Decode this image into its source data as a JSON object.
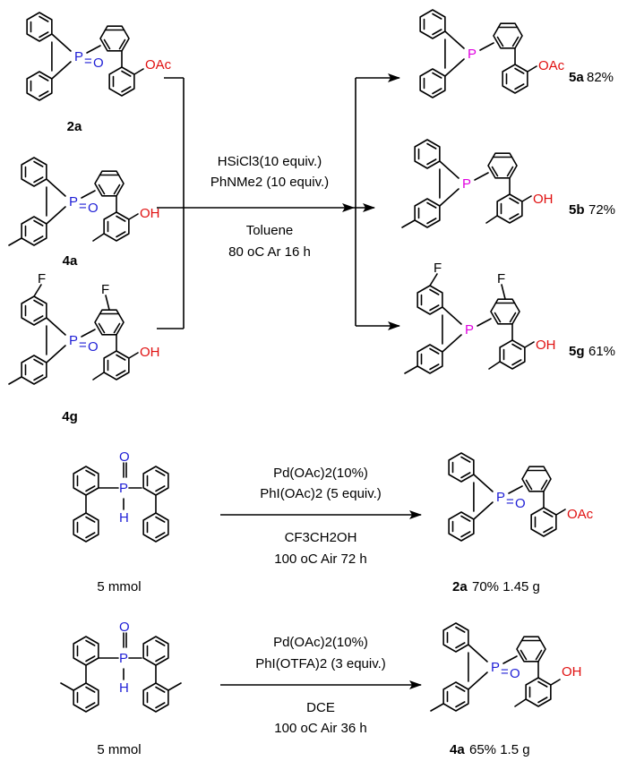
{
  "colors": {
    "phosphorus_oxide": "#1f1fd6",
    "phosphine": "#e000e0",
    "oxygen_group": "#e01010",
    "bond": "#000000"
  },
  "atoms": {
    "P": "P",
    "O": "O",
    "H": "H",
    "F": "F",
    "OAc": "OAc",
    "OH": "OH"
  },
  "scheme1": {
    "reactants": [
      {
        "label": "2a"
      },
      {
        "label": "4a"
      },
      {
        "label": "4g"
      }
    ],
    "conditions": {
      "line1": "HSiCl3(10 equiv.)",
      "line2": "PhNMe2 (10 equiv.)",
      "line3": "Toluene",
      "line4": "80 oC   Ar 16 h"
    },
    "products": [
      {
        "label": "5a",
        "yield": "82%"
      },
      {
        "label": "5b",
        "yield": "72%"
      },
      {
        "label": "5g",
        "yield": "61%"
      }
    ]
  },
  "scheme2": {
    "reactant_amount": "5 mmol",
    "conditions": {
      "line1": "Pd(OAc)2(10%)",
      "line2": "PhI(OAc)2 (5 equiv.)",
      "line3": "CF3CH2OH",
      "line4": "100 oC   Air 72 h"
    },
    "product": {
      "label": "2a",
      "yield": "70% 1.45 g"
    }
  },
  "scheme3": {
    "reactant_amount": "5 mmol",
    "conditions": {
      "line1": "Pd(OAc)2(10%)",
      "line2": "PhI(OTFA)2 (3 equiv.)",
      "line3": "DCE",
      "line4": "100 oC   Air 36 h"
    },
    "product": {
      "label": "4a",
      "yield": "65% 1.5 g"
    }
  }
}
